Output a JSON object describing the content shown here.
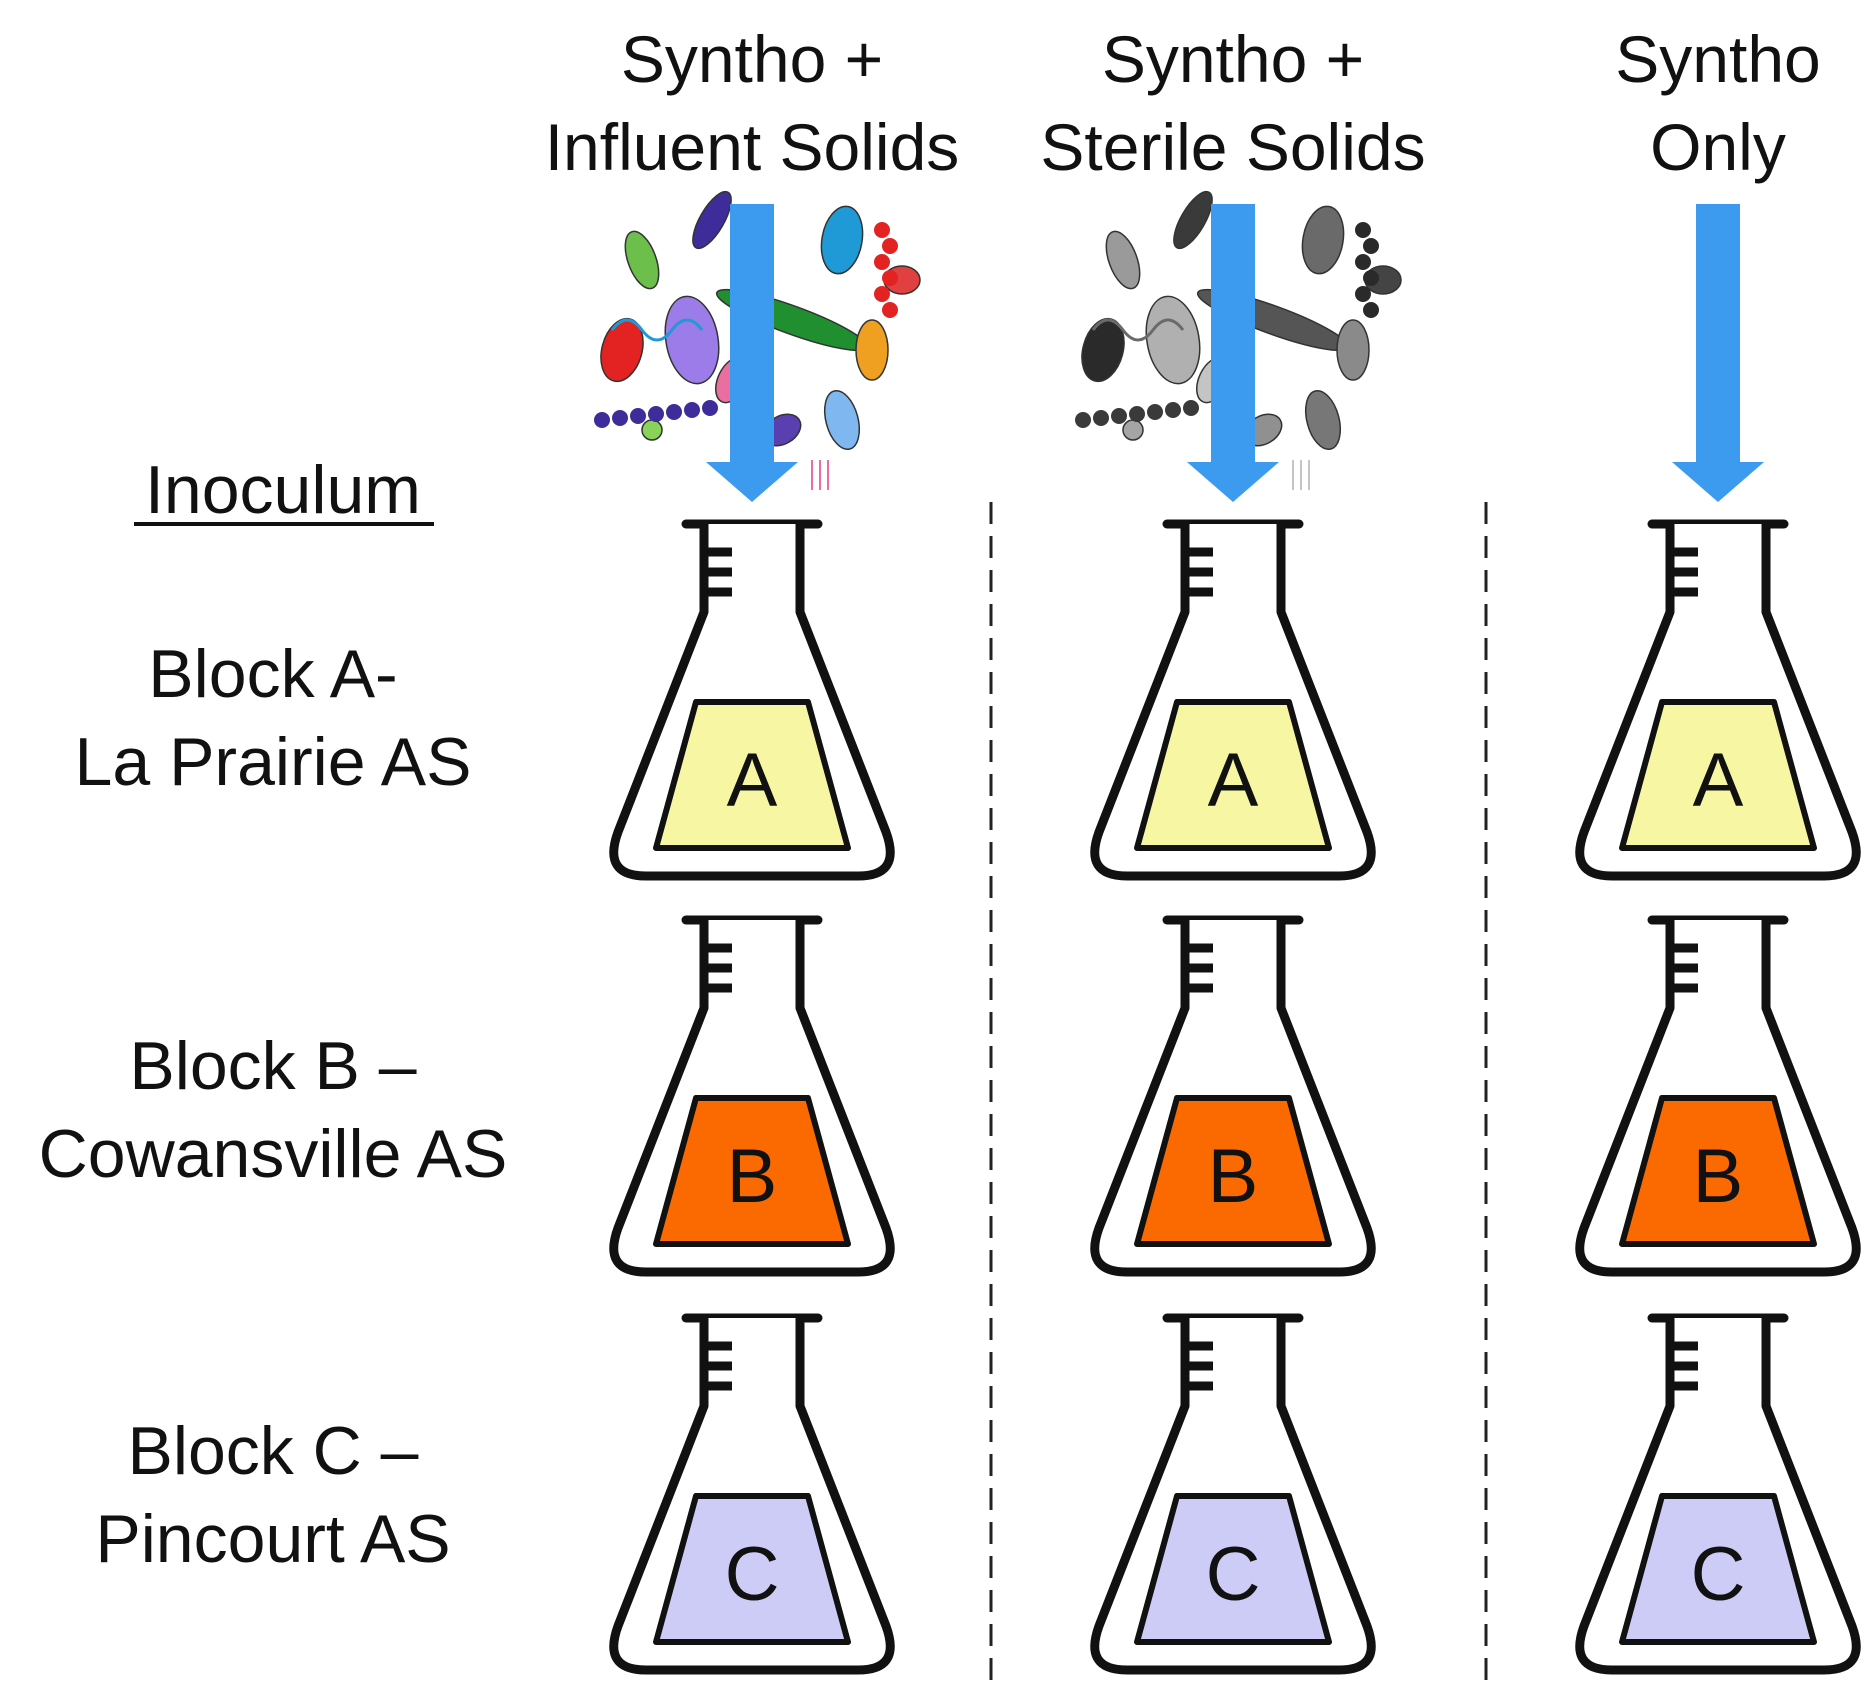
{
  "columns": [
    {
      "id": "influent",
      "line1": "Syntho +",
      "line2": "Influent Solids",
      "microbes": "color"
    },
    {
      "id": "sterile",
      "line1": "Syntho +",
      "line2": "Sterile Solids",
      "microbes": "gray"
    },
    {
      "id": "only",
      "line1": "Syntho",
      "line2": "Only",
      "microbes": "none"
    }
  ],
  "inoculum_label": "Inoculum",
  "rows": [
    {
      "id": "A",
      "line1": "Block A-",
      "line2": "La Prairie AS",
      "letter": "A",
      "liquid_color": "#f7f7a3"
    },
    {
      "id": "B",
      "line1": "Block B –",
      "line2": "Cowansville AS",
      "letter": "B",
      "liquid_color": "#fb6a00"
    },
    {
      "id": "C",
      "line1": "Block C –",
      "line2": "Pincourt AS",
      "letter": "C",
      "liquid_color": "#ccccf7"
    }
  ],
  "colors": {
    "arrow": "#3d9bef",
    "outline": "#111111",
    "divider": "#222222"
  },
  "icons": {
    "microbes_color": "microbes-color-icon",
    "microbes_gray": "microbes-gray-icon",
    "flask": "erlenmeyer-flask-icon",
    "arrow": "arrow-down-icon"
  }
}
